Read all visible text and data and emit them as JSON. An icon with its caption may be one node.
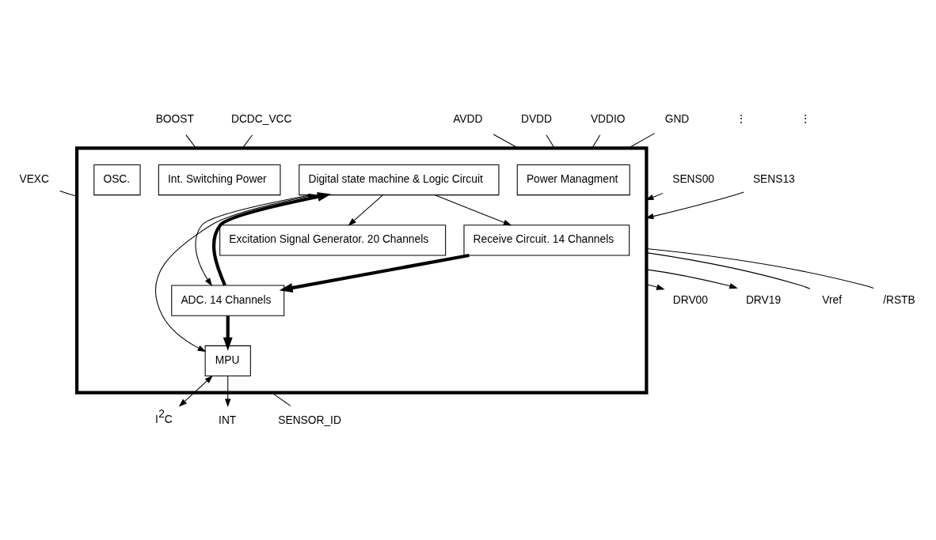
{
  "diagram": {
    "nodes": [
      {
        "text": [],
        "shape": "box"
      },
      {
        "text": [
          "Int. Switching Power"
        ],
        "in": 0
      },
      {
        "text": [
          "Excitation Signal Generator. 20 Channels"
        ],
        "in": 0
      },
      {
        "text": [
          "Digital state machine & Logic Circuit"
        ],
        "in": 0
      },
      {
        "text": [
          "Power Managment"
        ],
        "in": 0
      },
      {
        "text": [
          "OSC."
        ],
        "in": 0
      },
      {
        "text": [
          "MPU"
        ],
        "in": 0
      },
      {
        "text": [
          "Receive Circuit. 14 Channels"
        ],
        "in": 0
      },
      {
        "text": [
          "ADC. 14 Channels"
        ],
        "in": 0
      },
      {
        "text": [
          "BOOST"
        ]
      },
      {
        "text": [
          "DCDC_VCC"
        ]
      },
      {
        "text": [
          "AVDD"
        ]
      },
      {
        "text": [
          "DVDD"
        ]
      },
      {
        "text": [
          "VDDIO"
        ]
      },
      {
        "text": [
          "GND"
        ]
      },
      {
        "text": [
          "VEXC"
        ]
      },
      {
        "text": [
          "DRV00"
        ]
      },
      {
        "text": [
          "DRV19"
        ]
      },
      {
        "text": [
          "SENS00"
        ]
      },
      {
        "text": [
          "SENS13"
        ]
      },
      {
        "text": [
          "I$^{2}$C"
        ]
      },
      {
        "text": [
          "INT"
        ]
      },
      {
        "text": [
          "SENSOR_ID"
        ]
      },
      {
        "text": [
          "Vref"
        ]
      },
      {
        "text": [
          "/RSTB"
        ]
      }
    ],
    "edges": [
      {
        "from": 9,
        "to": 0,
        "arrow": "none"
      },
      {
        "from": 10,
        "to": 0,
        "arrow": "none"
      },
      {
        "from": 11,
        "to": 0,
        "arrow": "none"
      },
      {
        "from": 12,
        "to": 0,
        "arrow": "none"
      },
      {
        "from": 13,
        "to": 0,
        "arrow": "none"
      },
      {
        "from": 14,
        "to": 0,
        "arrow": "none"
      },
      {
        "from": 15,
        "to": 0,
        "arrow": "none"
      },
      {
        "from": 0,
        "to": 16,
        "arrow": "to"
      },
      {
        "from": 0,
        "to": 17,
        "arrow": "to"
      },
      {
        "from": 18,
        "to": 0,
        "arrow": "to"
      },
      {
        "from": 19,
        "to": 0,
        "arrow": "to"
      },
      {
        "from": 6,
        "to": 20,
        "arrow": "both"
      },
      {
        "from": 6,
        "to": 21,
        "arrow": "to"
      },
      {
        "from": 22,
        "to": 0,
        "arrow": "none"
      },
      {
        "from": 23,
        "to": 0,
        "arrow": "none"
      },
      {
        "from": 24,
        "to": 0,
        "arrow": "none"
      },
      {
        "from": 3,
        "to": 2,
        "arrow": "to"
      },
      {
        "from": 3,
        "to": 6,
        "arrow": "both"
      },
      {
        "from": 3,
        "to": 7,
        "arrow": "to"
      },
      {
        "from": 3,
        "to": 8,
        "arrow": "to"
      },
      {
        "from": 8,
        "to": 3,
        "arrow": "to",
        "style": "thick"
      },
      {
        "from": 7,
        "to": 8,
        "arrow": "to",
        "style": "thick"
      },
      {
        "from": 8,
        "to": 6,
        "arrow": "to",
        "style": "thick"
      }
    ],
    "labels": [
      "⋮",
      "⋮"
    ]
  }
}
